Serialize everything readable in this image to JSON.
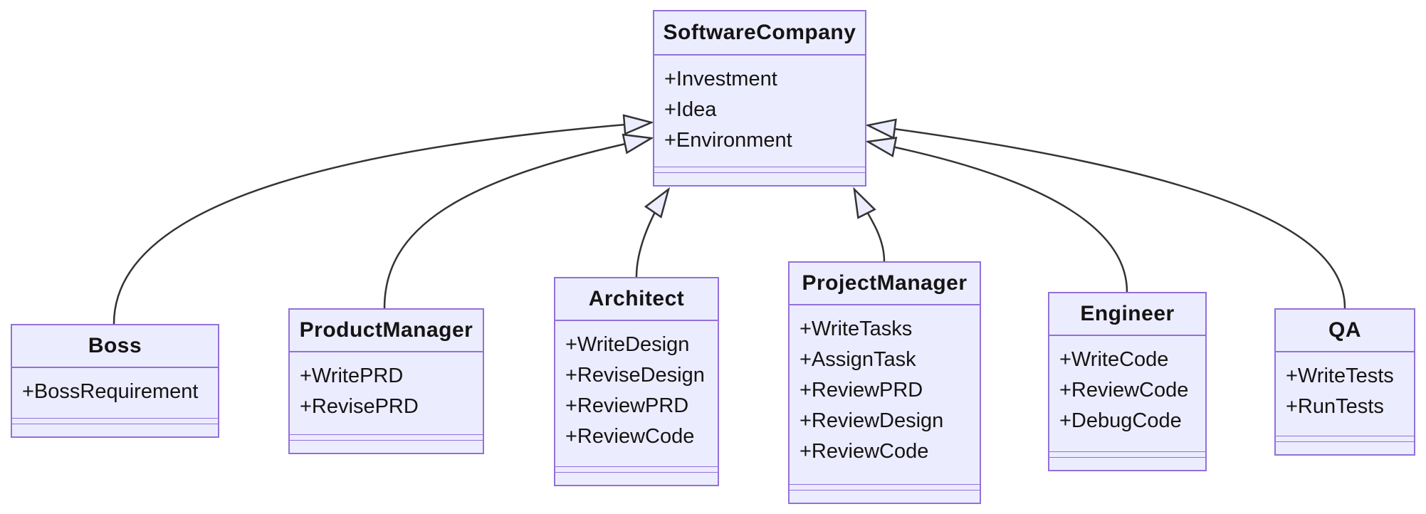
{
  "diagram": {
    "kind": "uml-class-diagram",
    "classes": [
      {
        "name": "SoftwareCompany",
        "members": [
          "+Investment",
          "+Idea",
          "+Environment"
        ]
      },
      {
        "name": "Boss",
        "members": [
          "+BossRequirement"
        ]
      },
      {
        "name": "ProductManager",
        "members": [
          "+WritePRD",
          "+RevisePRD"
        ]
      },
      {
        "name": "Architect",
        "members": [
          "+WriteDesign",
          "+ReviseDesign",
          "+ReviewPRD",
          "+ReviewCode"
        ]
      },
      {
        "name": "ProjectManager",
        "members": [
          "+WriteTasks",
          "+AssignTask",
          "+ReviewPRD",
          "+ReviewDesign",
          "+ReviewCode"
        ]
      },
      {
        "name": "Engineer",
        "members": [
          "+WriteCode",
          "+ReviewCode",
          "+DebugCode"
        ]
      },
      {
        "name": "QA",
        "members": [
          "+WriteTests",
          "+RunTests"
        ]
      }
    ],
    "relations": [
      {
        "from": "Boss",
        "to": "SoftwareCompany",
        "type": "inheritance"
      },
      {
        "from": "ProductManager",
        "to": "SoftwareCompany",
        "type": "inheritance"
      },
      {
        "from": "Architect",
        "to": "SoftwareCompany",
        "type": "inheritance"
      },
      {
        "from": "ProjectManager",
        "to": "SoftwareCompany",
        "type": "inheritance"
      },
      {
        "from": "Engineer",
        "to": "SoftwareCompany",
        "type": "inheritance"
      },
      {
        "from": "QA",
        "to": "SoftwareCompany",
        "type": "inheritance"
      }
    ],
    "colors": {
      "node_fill": "#ECECFF",
      "node_border": "#9370DB",
      "edge_stroke": "#333333",
      "arrowhead_fill": "#ECECFF",
      "text": "#141414",
      "background": "#ffffff"
    }
  }
}
